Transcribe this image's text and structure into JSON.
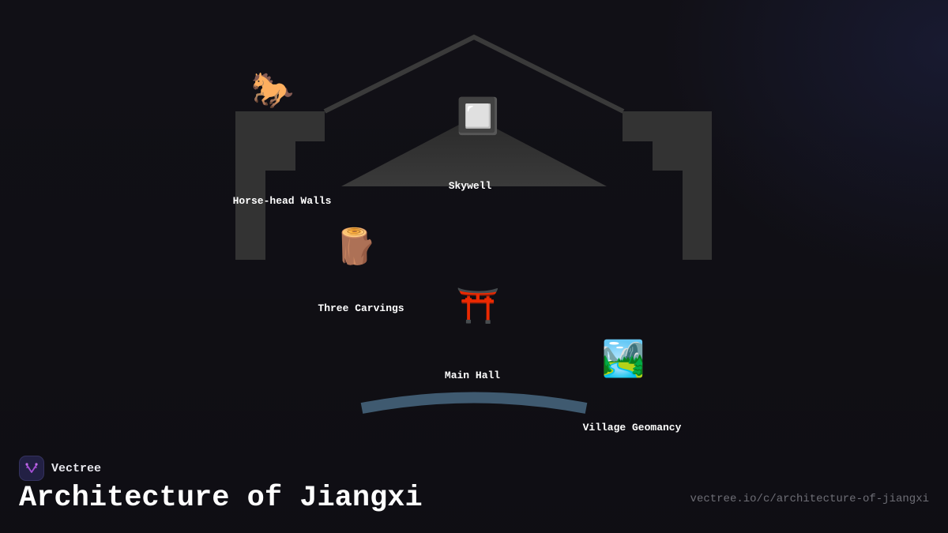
{
  "brand": {
    "name": "Vectree",
    "logo_icon": "vectree-fork-logo",
    "logo_color": "#a64fd6"
  },
  "title": "Architecture of Jiangxi",
  "url": "vectree.io/c/architecture-of-jiangxi",
  "colors": {
    "background": "#111016",
    "structure": "#333333",
    "roof": "#3a3a3a",
    "arc": "#3f5a70",
    "label": "#ffffff",
    "url_text": "#6e6e76"
  },
  "nodes": [
    {
      "id": "horse-head-walls",
      "label": "Horse-head Walls",
      "icon": "horse-icon",
      "emoji": "🐎"
    },
    {
      "id": "skywell",
      "label": "Skywell",
      "icon": "square-button-icon",
      "emoji": "🔲"
    },
    {
      "id": "three-carvings",
      "label": "Three Carvings",
      "icon": "wood-log-icon",
      "emoji": "🪵"
    },
    {
      "id": "main-hall",
      "label": "Main Hall",
      "icon": "torii-gate-icon",
      "emoji": "⛩️"
    },
    {
      "id": "village-geomancy",
      "label": "Village Geomancy",
      "icon": "national-park-icon",
      "emoji": "🏞️"
    }
  ]
}
